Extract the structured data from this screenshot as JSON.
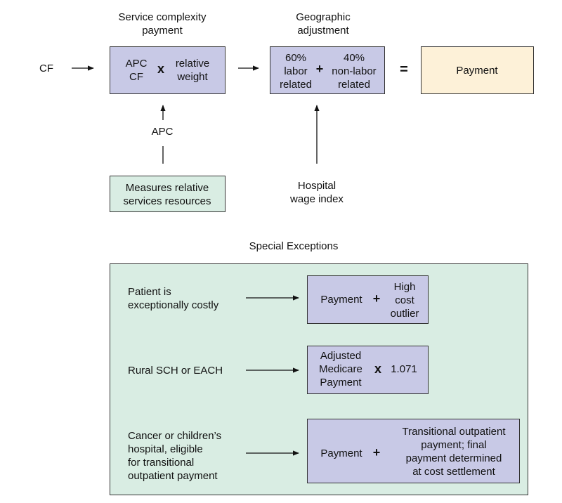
{
  "top": {
    "label_service": [
      "Service complexity",
      "payment"
    ],
    "label_geo": [
      "Geographic",
      "adjustment"
    ],
    "cf": "CF",
    "box1": {
      "left": [
        "APC",
        "CF"
      ],
      "op": "x",
      "right": [
        "relative",
        "weight"
      ]
    },
    "box2": {
      "left": [
        "60%",
        "labor",
        "related"
      ],
      "op": "+",
      "right": [
        "40%",
        "non-labor",
        "related"
      ]
    },
    "equals": "=",
    "payment": "Payment",
    "apc": "APC",
    "measures": [
      "Measures relative",
      "services resources"
    ],
    "wage": [
      "Hospital",
      "wage index"
    ]
  },
  "exceptions": {
    "title": "Special Exceptions",
    "rows": [
      {
        "condition": [
          "Patient is",
          "exceptionally costly"
        ],
        "left": [
          "Payment"
        ],
        "op": "+",
        "right": [
          "High",
          "cost",
          "outlier"
        ]
      },
      {
        "condition": [
          "Rural SCH or EACH"
        ],
        "left": [
          "Adjusted",
          "Medicare",
          "Payment"
        ],
        "op": "x",
        "right": [
          "1.071"
        ]
      },
      {
        "condition": [
          "Cancer or children’s",
          "hospital, eligible",
          "for transitional",
          "outpatient payment"
        ],
        "left": [
          "Payment"
        ],
        "op": "+",
        "right": [
          "Transitional outpatient",
          "payment; final",
          "payment determined",
          "at cost settlement"
        ]
      }
    ]
  }
}
